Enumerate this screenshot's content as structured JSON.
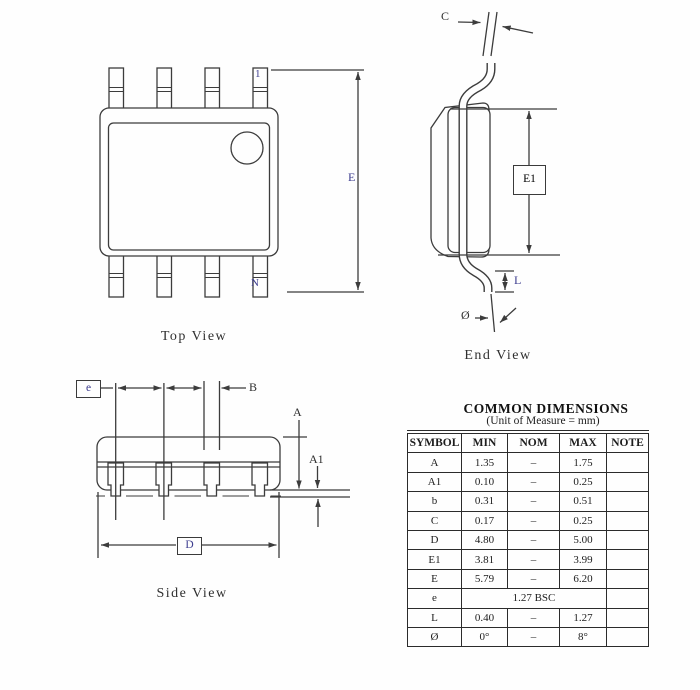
{
  "views": {
    "top": {
      "caption": "Top View",
      "pin_first_label": "1",
      "pin_last_label": "N",
      "dim_overall_width": "E"
    },
    "end": {
      "caption": "End View",
      "dim_lead_thickness": "C",
      "dim_body_width": "E1",
      "dim_foot_length": "L",
      "dim_foot_angle": "Ø"
    },
    "side": {
      "caption": "Side View",
      "dim_pitch": "e",
      "dim_lead_width": "B",
      "dim_height": "A",
      "dim_standoff": "A1",
      "dim_body_length": "D"
    }
  },
  "table": {
    "title": "COMMON DIMENSIONS",
    "subtitle": "(Unit of Measure = mm)",
    "headers": [
      "SYMBOL",
      "MIN",
      "NOM",
      "MAX",
      "NOTE"
    ],
    "rows": [
      {
        "symbol": "A",
        "min": "1.35",
        "nom": "–",
        "max": "1.75",
        "note": ""
      },
      {
        "symbol": "A1",
        "min": "0.10",
        "nom": "–",
        "max": "0.25",
        "note": ""
      },
      {
        "symbol": "b",
        "min": "0.31",
        "nom": "–",
        "max": "0.51",
        "note": ""
      },
      {
        "symbol": "C",
        "min": "0.17",
        "nom": "–",
        "max": "0.25",
        "note": ""
      },
      {
        "symbol": "D",
        "min": "4.80",
        "nom": "–",
        "max": "5.00",
        "note": ""
      },
      {
        "symbol": "E1",
        "min": "3.81",
        "nom": "–",
        "max": "3.99",
        "note": ""
      },
      {
        "symbol": "E",
        "min": "5.79",
        "nom": "–",
        "max": "6.20",
        "note": ""
      },
      {
        "symbol": "e",
        "span": "1.27 BSC",
        "note": ""
      },
      {
        "symbol": "L",
        "min": "0.40",
        "nom": "–",
        "max": "1.27",
        "note": ""
      },
      {
        "symbol": "Ø",
        "min": "0°",
        "nom": "–",
        "max": "8°",
        "note": ""
      }
    ]
  },
  "colors": {
    "line": "#3c3c3c",
    "label_blue": "#3d3d8f",
    "text": "#1d1d1d"
  }
}
